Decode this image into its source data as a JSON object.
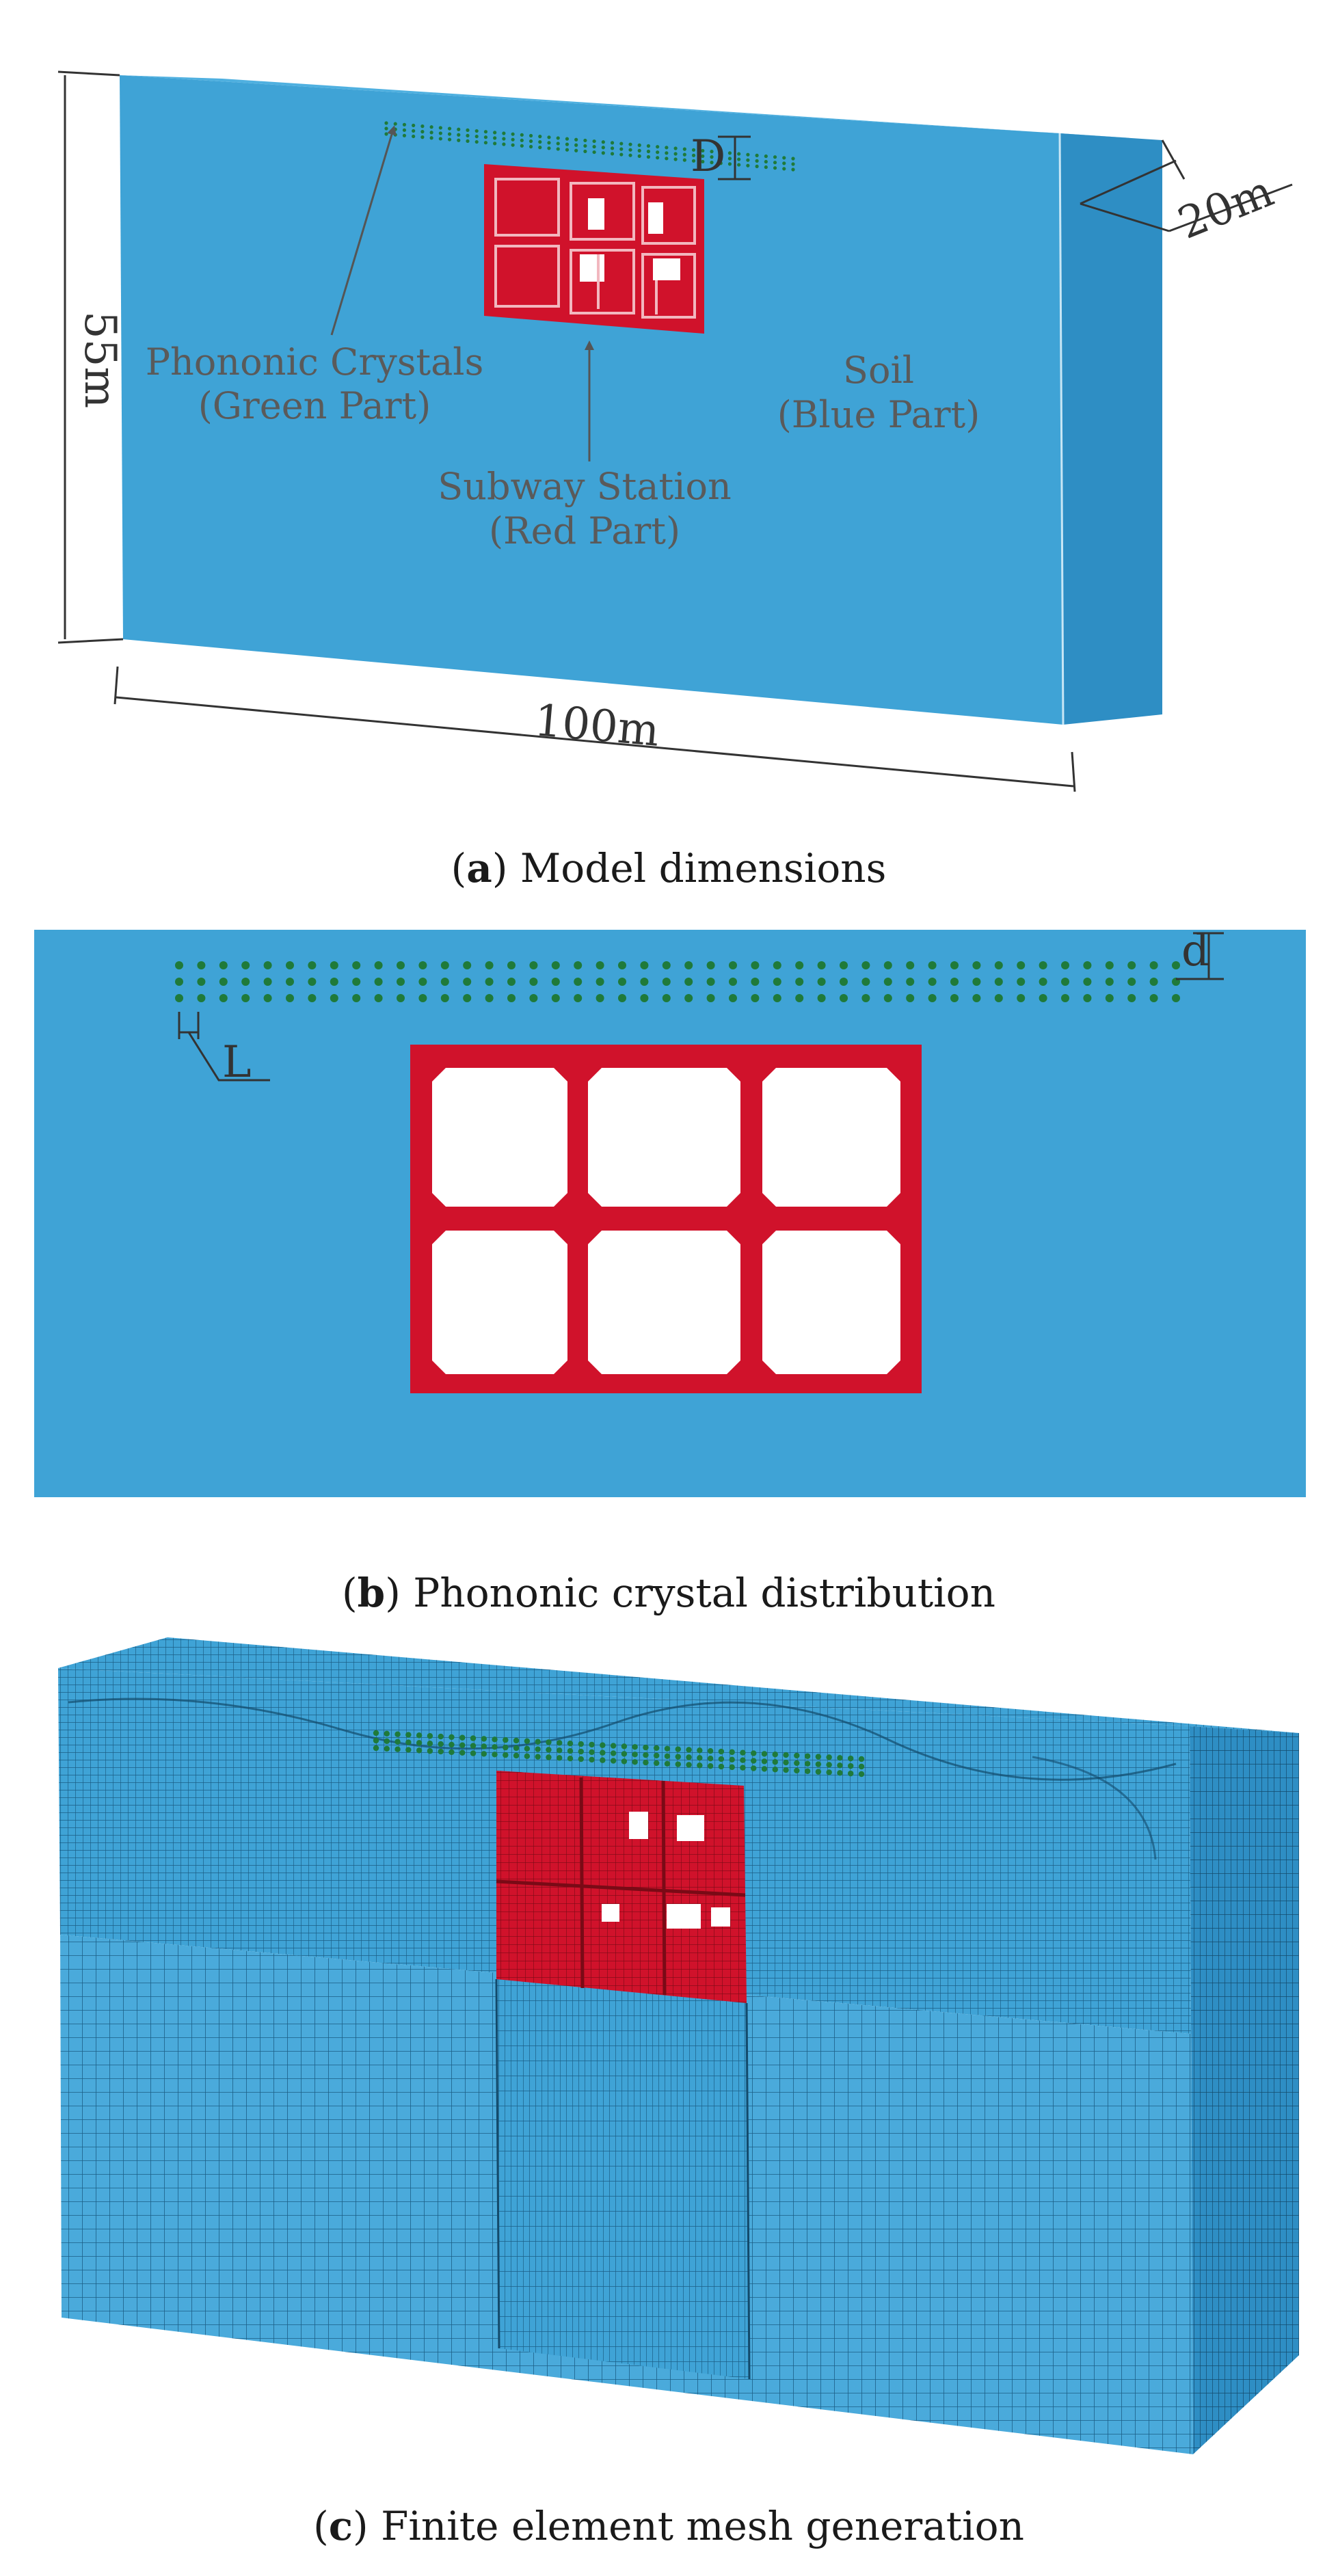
{
  "colors": {
    "soil": "#3FA3D6",
    "soil_side": "#2E8EC4",
    "soil_top": "#4FB0E0",
    "station": "#D0122B",
    "crystal": "#1F7A3A",
    "mesh_line": "#1B5E86"
  },
  "panel_a": {
    "height_label": "55m",
    "width_label": "100m",
    "depth_label": "20m",
    "D_label": "D",
    "crystals_label_line1": "Phononic Crystals",
    "crystals_label_line2": "(Green Part)",
    "station_label_line1": "Subway Station",
    "station_label_line2": "(Red Part)",
    "soil_label_line1": "Soil",
    "soil_label_line2": "(Blue Part)",
    "caption_letter": "a",
    "caption_text": " Model dimensions"
  },
  "panel_b": {
    "d_label": "d",
    "L_label": "L",
    "crystal_columns": 46,
    "crystal_rows": 3,
    "caption_letter": "b",
    "caption_text": " Phononic crystal distribution"
  },
  "panel_c": {
    "caption_letter": "c",
    "caption_text": " Finite element mesh generation"
  }
}
